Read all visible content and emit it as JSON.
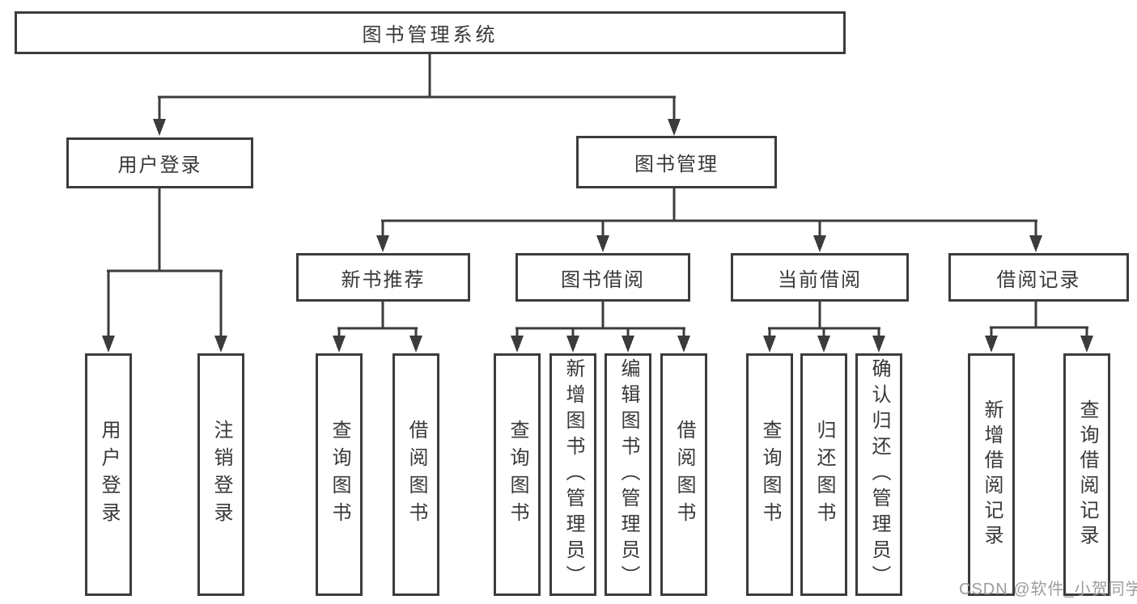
{
  "diagram": {
    "title": "图书管理系统",
    "tree": {
      "label": "图书管理系统",
      "children": [
        {
          "label": "用户登录",
          "children": [
            {
              "label": "用户登录"
            },
            {
              "label": "注销登录"
            }
          ]
        },
        {
          "label": "图书管理",
          "children": [
            {
              "label": "新书推荐",
              "children": [
                {
                  "label": "查询图书"
                },
                {
                  "label": "借阅图书"
                }
              ]
            },
            {
              "label": "图书借阅",
              "children": [
                {
                  "label": "查询图书"
                },
                {
                  "label": "新增图书（管理员）"
                },
                {
                  "label": "编辑图书（管理员）"
                },
                {
                  "label": "借阅图书"
                }
              ]
            },
            {
              "label": "当前借阅",
              "children": [
                {
                  "label": "查询图书"
                },
                {
                  "label": "归还图书"
                },
                {
                  "label": "确认归还（管理员）"
                }
              ]
            },
            {
              "label": "借阅记录",
              "children": [
                {
                  "label": "新增借阅记录"
                },
                {
                  "label": "查询借阅记录"
                }
              ]
            }
          ]
        }
      ]
    },
    "watermark": "CSDN @软件_小贺同学",
    "colors": {
      "line": "#3c3c3c",
      "node_border": "#3c3c3c",
      "node_text": "#383838",
      "watermark_text": "#9c9c9c",
      "background": "#ffffff"
    }
  }
}
